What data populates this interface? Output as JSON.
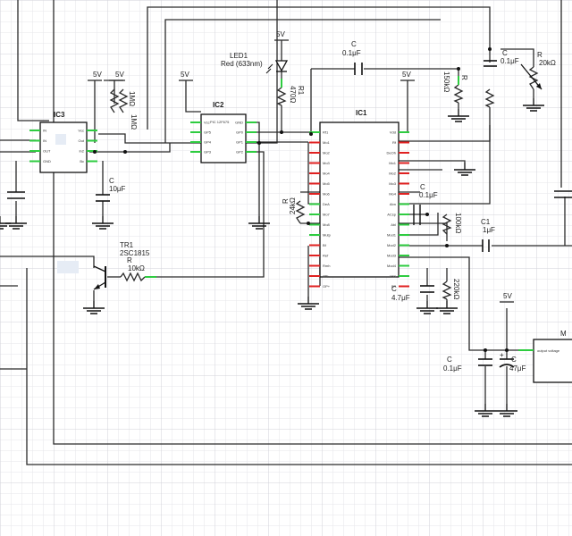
{
  "schematic": {
    "labels": {
      "ic1": "IC1",
      "ic2": "IC2",
      "ic3": "IC3",
      "pic": "PIC 12F675",
      "led_ref": "LED1",
      "led_desc": "Red (633nm)",
      "r1": "R1",
      "r1_val": "470Ω",
      "tr1": "TR1",
      "tr1_part": "2SC1815",
      "c1": "C1",
      "c1_val": "1μF",
      "r_generic": "R",
      "c_generic": "C",
      "r_10k": "10kΩ",
      "r_20k": "20kΩ",
      "r_24k": "24kΩ",
      "r_150k": "150kΩ",
      "r_100k": "100kΩ",
      "r_220k": "220kΩ",
      "r_1m_a": "1MΩ",
      "r_1m_b": "1MΩ",
      "c_01u": "0.1μF",
      "c_10u": "10μF",
      "c_47u_4": "4.7μF",
      "c_47u": "47μF",
      "vcc": "5V",
      "m_ref": "M",
      "output_voltage": "output voltage",
      "plus": "+"
    },
    "ic1_left_pins": [
      "Rf1",
      "Mo1",
      "Mo2",
      "Mo3",
      "Mo4",
      "Mo5",
      "Mo6",
      "DeA",
      "Mo7",
      "Mo8",
      "Mutp",
      "Bf",
      "Ref",
      "Rmh",
      "Oth",
      "OP+"
    ],
    "ic1_right_pins": [
      "Vdd",
      "Rf",
      "DeOh",
      "Mo1",
      "Mo2",
      "Mo3",
      "Mo4",
      "Abn",
      "ACsp",
      "Abl",
      "Mod1",
      "Mod2",
      "Mod3",
      "Mod4",
      "Vss",
      "SP"
    ],
    "ic2_left_pins": [
      "Vcc",
      "GP5",
      "GP4",
      "GP3"
    ],
    "ic2_right_pins": [
      "GND",
      "GP0",
      "GP1",
      "GP2"
    ],
    "ic3_left_pins": [
      "IN",
      "IN",
      "OUT",
      "GND"
    ],
    "ic3_right_pins": [
      "Vcc",
      "Out",
      "In2",
      "Bc"
    ]
  }
}
